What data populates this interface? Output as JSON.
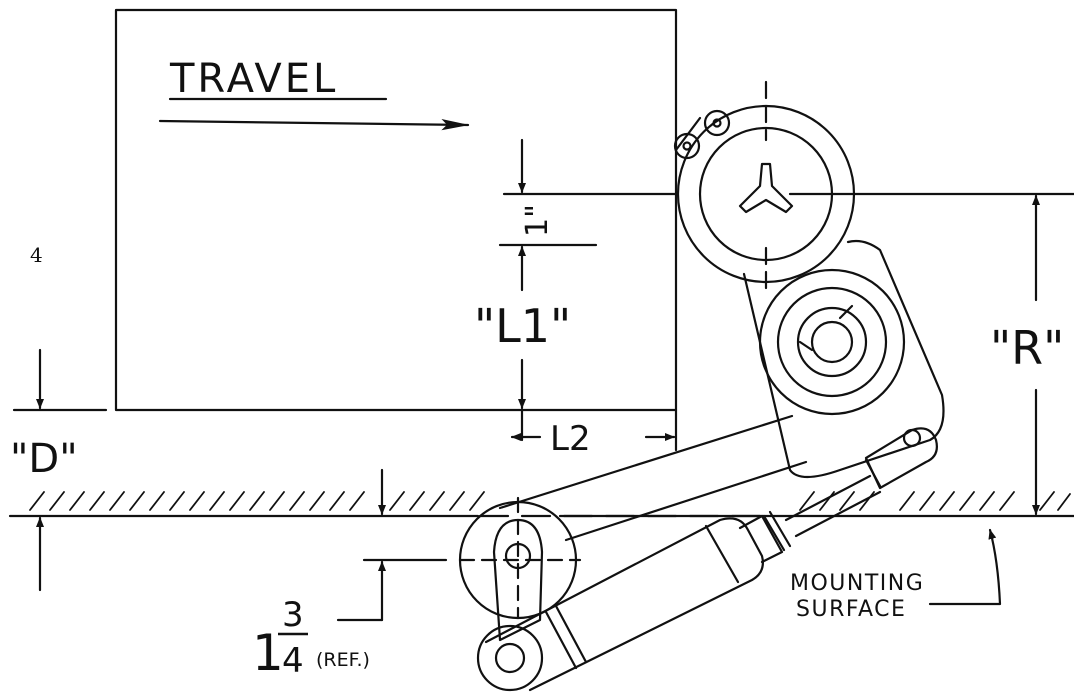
{
  "labels": {
    "travel": "TRAVEL",
    "one_inch": "1\"",
    "l1": "\"L1\"",
    "l2": "L2",
    "r": "\"R\"",
    "d": "\"D\"",
    "fraction_whole": "1",
    "fraction_num": "3",
    "fraction_den": "4",
    "ref": "(REF.)",
    "mounting": "MOUNTING",
    "surface": "SURFACE",
    "side_number": "4"
  },
  "colors": {
    "ink": "#111111",
    "background": "#ffffff"
  }
}
